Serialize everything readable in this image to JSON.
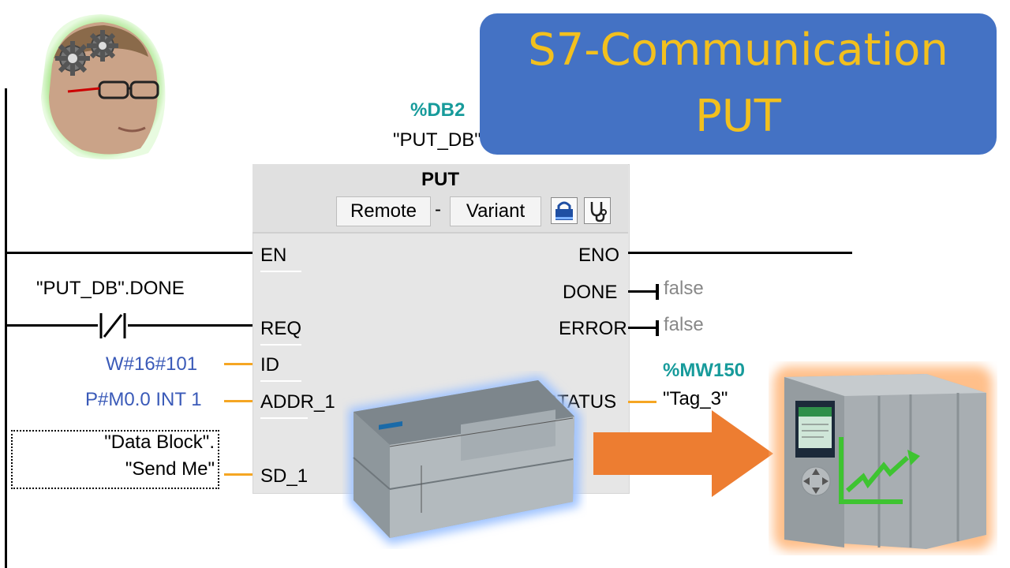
{
  "title": {
    "line1": "S7-Communication",
    "line2": "PUT"
  },
  "instance": {
    "db_address": "%DB2",
    "db_name": "\"PUT_DB\""
  },
  "block": {
    "name": "PUT",
    "dropdown1": "Remote",
    "separator": "-",
    "dropdown2": "Variant",
    "inputs": [
      "EN",
      "REQ",
      "ID",
      "ADDR_1",
      "SD_1"
    ],
    "outputs": [
      "ENO",
      "DONE",
      "ERROR",
      "STATUS"
    ]
  },
  "contact": {
    "label": "\"PUT_DB\".DONE"
  },
  "params": {
    "id_value": "W#16#101",
    "addr_value": "P#M0.0 INT 1",
    "sd_line1": "\"Data Block\".",
    "sd_line2": "\"Send Me\""
  },
  "outputs_values": {
    "done": "false",
    "error": "false",
    "status_address": "%MW150",
    "status_tag": "\"Tag_3\""
  },
  "colors": {
    "title_bg": "#4472c4",
    "title_text": "#f2c01e",
    "arrow": "#ed7d31",
    "address": "#179b9b",
    "param": "#3a5ab8"
  },
  "icons": [
    "gears-icon",
    "lock-icon",
    "stethoscope-icon",
    "right-arrow-icon",
    "plc-device-icon"
  ]
}
